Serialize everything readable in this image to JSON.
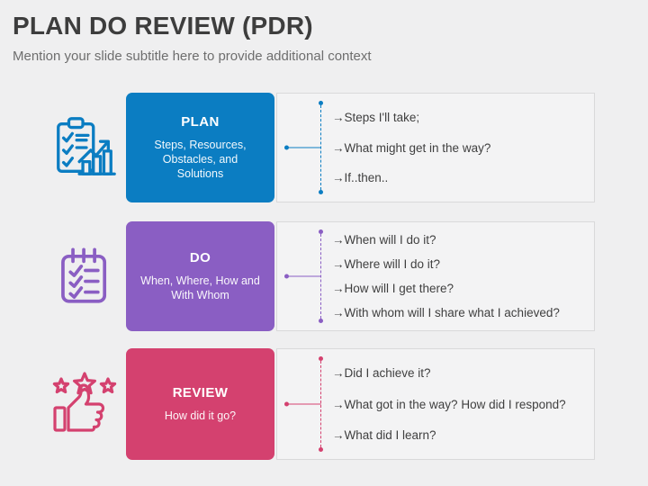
{
  "slide": {
    "title": "PLAN DO REVIEW (PDR)",
    "subtitle": "Mention your slide subtitle here to provide additional context"
  },
  "arrow_glyph": "→",
  "rows": [
    {
      "id": "plan",
      "accent_color": "#0b7dc2",
      "icon": "clipboard-chart-icon",
      "card": {
        "title": "PLAN",
        "description": "Steps, Resources, Obstacles, and Solutions"
      },
      "items": [
        "Steps I'll take;",
        "What might get in the way?",
        "If..then.."
      ]
    },
    {
      "id": "do",
      "accent_color": "#8a5ec3",
      "icon": "checklist-notepad-icon",
      "card": {
        "title": "DO",
        "description": "When, Where, How and With Whom"
      },
      "items": [
        "When will I do it?",
        "Where will I do it?",
        "How will I get there?",
        "With whom will I share what I achieved?"
      ]
    },
    {
      "id": "review",
      "accent_color": "#d4416f",
      "icon": "thumbs-up-stars-icon",
      "card": {
        "title": "REVIEW",
        "description": "How did it go?"
      },
      "items": [
        "Did I achieve it?",
        "What got in the way? How did I respond?",
        "What did I learn?"
      ]
    }
  ],
  "colors": {
    "background": "#efeff0",
    "panel_background": "#f3f3f4",
    "panel_border": "#d9d9da",
    "title_text": "#3d3d3d",
    "subtitle_text": "#6e6e6e",
    "item_text": "#3f3f3f"
  }
}
